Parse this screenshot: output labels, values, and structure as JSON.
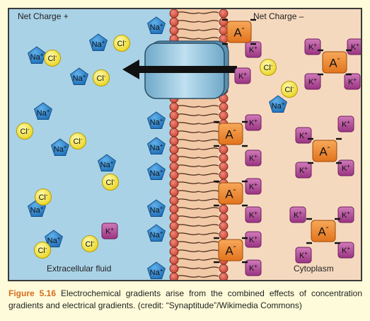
{
  "labels": {
    "net_charge_left": "Net Charge +",
    "net_charge_right": "Net Charge –",
    "extracellular": "Extracellular fluid",
    "cytoplasm": "Cytoplasm"
  },
  "ions": {
    "sodium": "Na",
    "chloride": "Cl",
    "potassium": "K",
    "anion": "A",
    "plus": "+",
    "minus": "-"
  },
  "caption": {
    "figure_label": "Figure 5.16",
    "text": " Electrochemical gradients arise from the combined effects of concentration gradients and electrical gradients. (credit: “Synaptitude”/Wikimedia Commons)"
  },
  "colors": {
    "extracellular_bg": "#a9d2e6",
    "cytoplasm_bg": "#f5d9bf",
    "sodium": "#2f86cf",
    "chloride": "#f4e63a",
    "potassium": "#b8459a",
    "anion": "#ef8a2e",
    "phospholipid_head": "#e0564a",
    "channel_protein": "#8fc3dd",
    "caption_accent": "#d86b1e"
  },
  "icons": {
    "sodium": "pentagon",
    "chloride": "circle",
    "potassium": "rounded-square",
    "anion": "rounded-square",
    "channel": "protein-channel",
    "arrow": "left-arrow"
  }
}
